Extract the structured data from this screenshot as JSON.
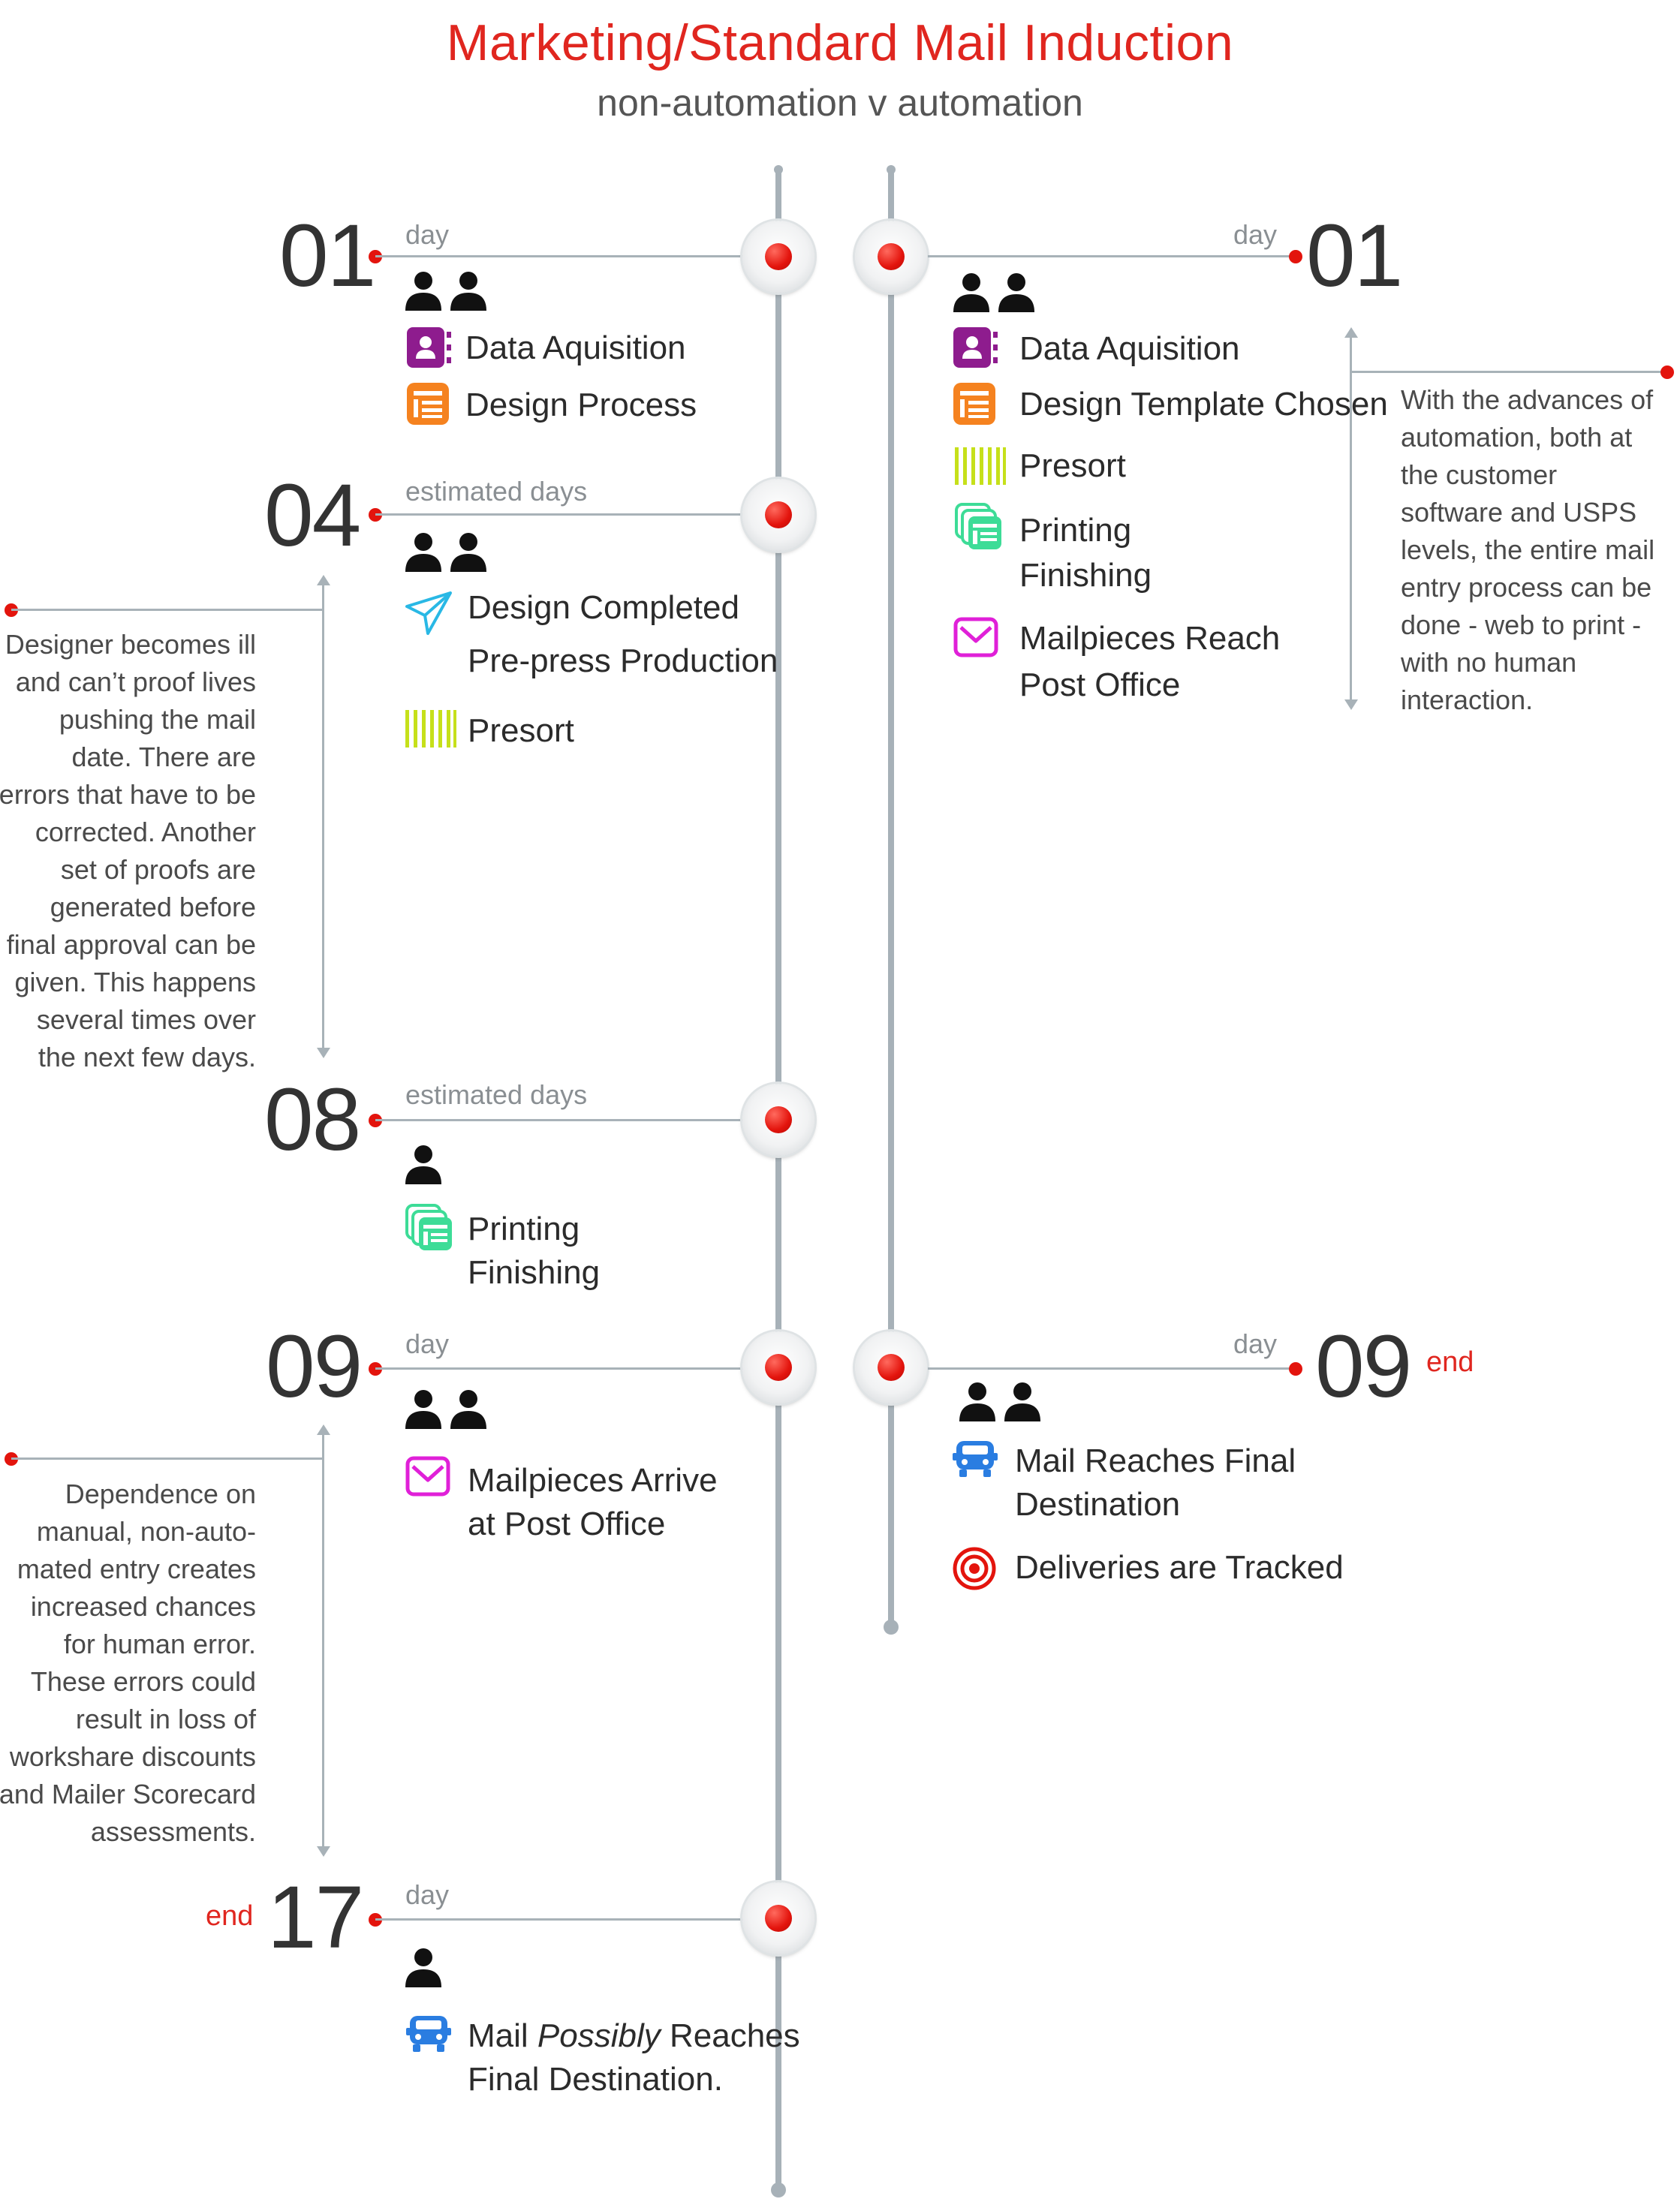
{
  "title": "Marketing/Standard Mail Induction",
  "subtitle": "non-automation v automation",
  "left_timeline": {
    "milestones": [
      {
        "number": "01",
        "label": "day",
        "items": [
          "Data Aquisition",
          "Design Process"
        ]
      },
      {
        "number": "04",
        "label": "estimated days",
        "items": [
          "Design Completed",
          "Pre-press Production",
          "Presort"
        ]
      },
      {
        "number": "08",
        "label": "estimated days",
        "items": [
          "Printing",
          "Finishing"
        ]
      },
      {
        "number": "09",
        "label": "day",
        "items": [
          "Mailpieces Arrive",
          "at Post Office"
        ]
      },
      {
        "number": "17",
        "label": "day",
        "end_label": "end",
        "items": [
          "Mail ",
          "Possibly",
          " Reaches",
          "Final Destination."
        ]
      }
    ],
    "notes": [
      "Designer becomes ill and can’t proof lives pushing the mail date. There are errors that have to be corrected. Another set of proofs are generated before final approval can be given. This happens several times over the next few days.",
      "Dependence on manual, non-automated entry creates increased chances for human error. These errors could result in loss of workshare discounts and Mailer Scorecard assessments."
    ],
    "note_lines": [
      [
        "Designer becomes ill",
        "and can’t proof lives",
        "pushing the mail",
        "date. There are",
        "errors that have to be",
        "corrected. Another",
        "set of proofs are",
        "generated before",
        "final approval can be",
        "given. This happens",
        "several times over",
        "the next few days."
      ],
      [
        "Dependence on",
        "manual, non-auto-",
        "mated entry creates",
        "increased chances",
        "for human error.",
        "These errors could",
        "result in loss of",
        "workshare discounts",
        "and Mailer Scorecard",
        "assessments."
      ]
    ]
  },
  "right_timeline": {
    "milestones": [
      {
        "number": "01",
        "label": "day",
        "items": [
          "Data Aquisition",
          "Design Template Chosen",
          "Presort",
          "Printing",
          "Finishing",
          "Mailpieces Reach",
          "Post Office"
        ]
      },
      {
        "number": "09",
        "label": "day",
        "end_label": "end",
        "items": [
          "Mail Reaches Final",
          "Destination",
          "Deliveries are Tracked"
        ]
      }
    ],
    "note_lines": [
      "With the advances of",
      "automation, both at",
      "the customer",
      "software and USPS",
      "levels, the entire mail",
      "entry process can be",
      "done - web to print -",
      "with no human",
      "interaction."
    ]
  },
  "icons": {
    "people": "people-icon",
    "data": "contact-book-icon",
    "design": "layout-template-icon",
    "presort": "barcode-icon",
    "completed": "paper-plane-icon",
    "printing": "stacked-pages-icon",
    "mail": "envelope-icon",
    "truck": "truck-icon",
    "target": "target-icon"
  },
  "colors": {
    "accent": "#e0261f",
    "purple": "#8e1c8e",
    "orange": "#f5821f",
    "lime": "#c6e01a",
    "green": "#3ddc97",
    "magenta": "#e020d8",
    "blue": "#2a7de1",
    "cyan": "#29b8e5",
    "red_target": "#e3140d"
  }
}
